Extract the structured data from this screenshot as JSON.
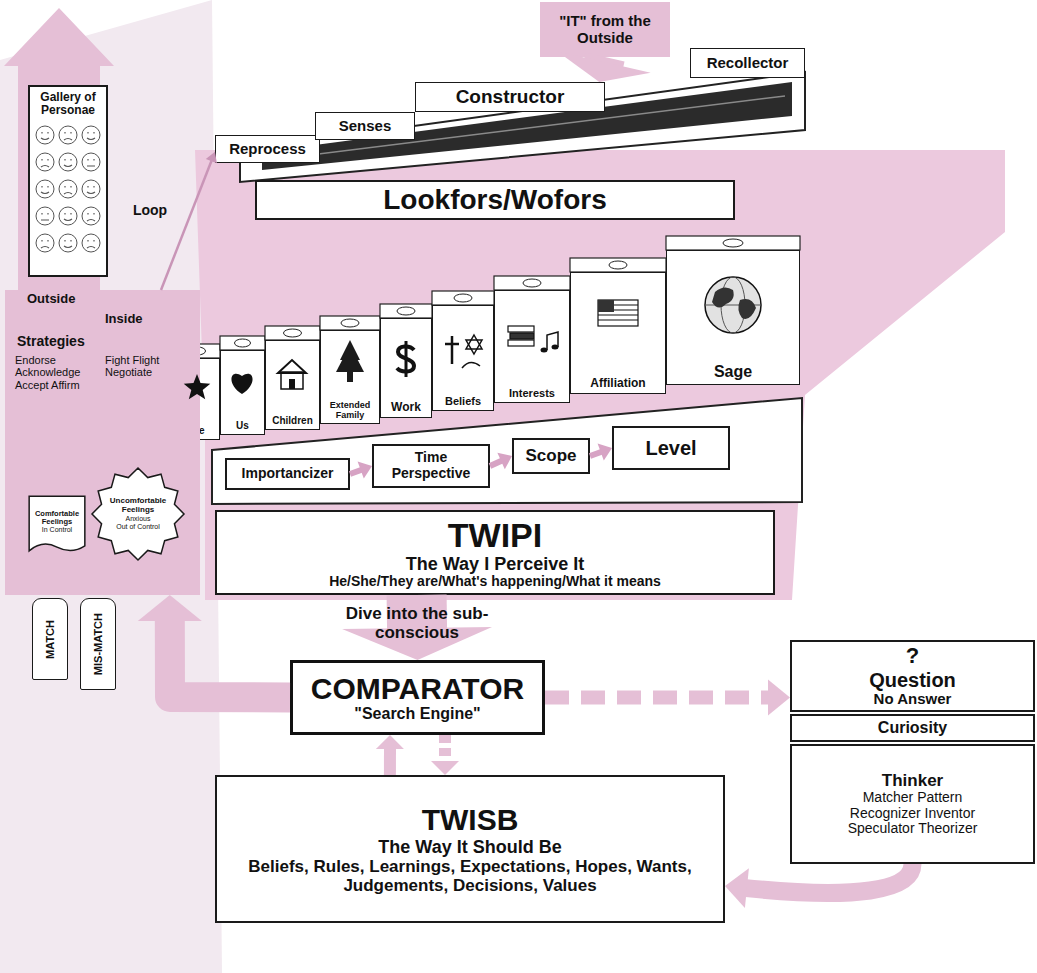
{
  "diagram": {
    "nodes": [
      {
        "text": [
          "\"IT\" from the Outside"
        ]
      },
      {
        "text": [
          "Reprocess"
        ]
      },
      {
        "text": [
          "Senses"
        ]
      },
      {
        "text": [
          "Constructor"
        ]
      },
      {
        "text": [
          "Recollector"
        ]
      },
      {
        "text": [
          "Lookfors/Wofors"
        ]
      },
      {
        "text": [
          "Me"
        ]
      },
      {
        "text": [
          "Us"
        ]
      },
      {
        "text": [
          "Children"
        ]
      },
      {
        "text": [
          "Extended Family"
        ]
      },
      {
        "text": [
          "Work"
        ]
      },
      {
        "text": [
          "Beliefs"
        ]
      },
      {
        "text": [
          "Interests"
        ]
      },
      {
        "text": [
          "Affiliation"
        ]
      },
      {
        "text": [
          "Sage"
        ]
      },
      {
        "text": [
          "Importancizer"
        ]
      },
      {
        "text": [
          "Time Perspective"
        ]
      },
      {
        "text": [
          "Scope"
        ]
      },
      {
        "text": [
          "Level"
        ]
      },
      {
        "text": [
          "TWIPI",
          "The Way I Perceive It",
          "He/She/They are/What's happening/What it means"
        ]
      },
      {
        "text": [
          "COMPARATOR",
          "\"Search Engine\""
        ]
      },
      {
        "text": [
          "TWISB",
          "The Way It Should Be",
          "Beliefs, Rules, Learnings, Expectations, Hopes, Wants, Judgements, Decisions, Values"
        ]
      },
      {
        "text": [
          "?",
          "Question",
          "No Answer"
        ]
      },
      {
        "text": [
          "Curiosity"
        ]
      },
      {
        "text": [
          "Thinker",
          "Matcher Pattern Recognizer Inventor Speculator Theorizer"
        ]
      },
      {
        "text": [
          "Gallery of Personae"
        ]
      },
      {
        "text": [
          "Outside",
          "Inside",
          "Strategies",
          "Endorse Acknowledge Accept Affirm",
          "Fight Flight Negotiate"
        ]
      },
      {
        "text": [
          "Comfortable Feelings",
          "In Control"
        ],
        "in": 26
      },
      {
        "text": [
          "Uncomfortable Feelings",
          "Anxious",
          "Out of Control"
        ],
        "in": 26
      },
      {
        "text": [
          "MATCH"
        ]
      },
      {
        "text": [
          "MIS-MATCH"
        ]
      }
    ],
    "edges": [
      {
        "from": 0,
        "to": 3,
        "arrow": "to"
      },
      {
        "from": 15,
        "to": 16,
        "arrow": "to"
      },
      {
        "from": 16,
        "to": 17,
        "arrow": "to"
      },
      {
        "from": 17,
        "to": 18,
        "arrow": "to"
      },
      {
        "from": 19,
        "to": 20,
        "label": "Dive into the sub-conscious",
        "arrow": "to"
      },
      {
        "from": 20,
        "to": 22,
        "arrow": "to"
      },
      {
        "from": 21,
        "to": 20,
        "arrow": "to"
      },
      {
        "from": 20,
        "to": 21,
        "arrow": "to"
      },
      {
        "from": 24,
        "to": 21,
        "arrow": "to"
      },
      {
        "from": 20,
        "to": 26,
        "arrow": "to"
      },
      {
        "from": 26,
        "to": 1,
        "label": "Loop",
        "arrow": "to"
      }
    ]
  }
}
